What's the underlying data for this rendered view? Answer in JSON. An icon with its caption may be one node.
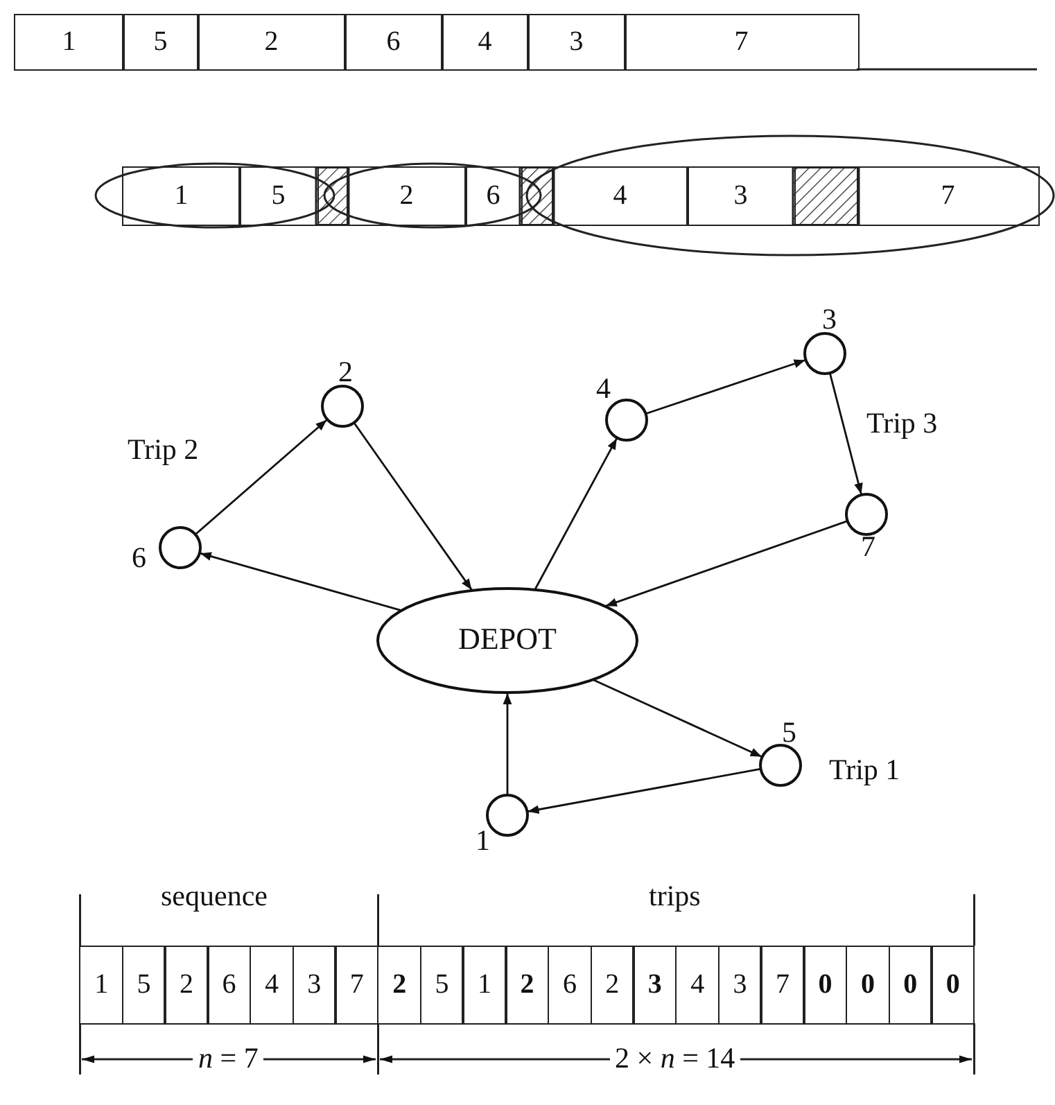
{
  "diagram": {
    "nodes": [
      {
        "text": [],
        "shape": "circle",
        "beside": [
          "3"
        ]
      },
      {
        "text": [],
        "shape": "circle",
        "beside": [
          "2"
        ]
      },
      {
        "text": [],
        "shape": "circle",
        "beside": [
          "4"
        ]
      },
      {
        "text": [],
        "shape": "circle",
        "beside": [
          "7"
        ]
      },
      {
        "text": [],
        "shape": "circle",
        "beside": [
          "6"
        ]
      },
      {
        "text": [
          "DEPOT"
        ]
      },
      {
        "text": [],
        "shape": "circle",
        "beside": [
          "5"
        ]
      },
      {
        "text": [],
        "shape": "circle",
        "beside": [
          "1"
        ]
      }
    ],
    "edges": [
      {
        "from": 5,
        "to": 4,
        "arrow": "to"
      },
      {
        "from": 4,
        "to": 1,
        "arrow": "to"
      },
      {
        "from": 1,
        "to": 5,
        "arrow": "to"
      },
      {
        "from": 5,
        "to": 2,
        "arrow": "to"
      },
      {
        "from": 2,
        "to": 0,
        "arrow": "to"
      },
      {
        "from": 0,
        "to": 3,
        "arrow": "to"
      },
      {
        "from": 3,
        "to": 5,
        "arrow": "to"
      },
      {
        "from": 5,
        "to": 6,
        "arrow": "to"
      },
      {
        "from": 6,
        "to": 7,
        "arrow": "to"
      },
      {
        "from": 7,
        "to": 5,
        "arrow": "to"
      }
    ],
    "labels": [
      "1",
      "5",
      "2",
      "6",
      "4",
      "3",
      "7",
      "1",
      "5",
      "2",
      "6",
      "4",
      "3",
      "7",
      "Trip 2",
      "Trip 3",
      "Trip 1",
      "sequence",
      "trips",
      "1",
      "5",
      "2",
      "6",
      "4",
      "3",
      "7",
      "2",
      "5",
      "1",
      "2",
      "6",
      "2",
      "3",
      "4",
      "3",
      "7",
      "0",
      "0",
      "0",
      "0",
      "*n* = 7",
      "2 × *n* = 14"
    ]
  }
}
